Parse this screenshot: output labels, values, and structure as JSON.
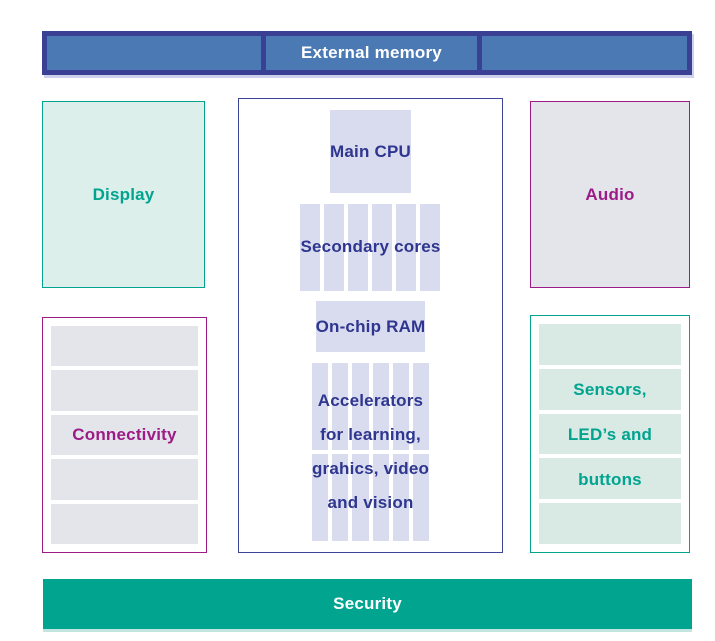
{
  "colors": {
    "indigo": "#3a4094",
    "indigo_border": "#3e4597",
    "indigo_text": "#2e368f",
    "blue": "#4a79b4",
    "lavender": "#d9dcee",
    "teal": "#00a48f",
    "teal_fill": "#ddefeb",
    "teal_row": "#d9e9e4",
    "magenta": "#9c1b87",
    "gray_fill": "#e3e5ea",
    "shadow_lavender": "#cdd1ec",
    "shadow_teal": "#c2e6df"
  },
  "external_memory": {
    "label": "External memory",
    "segments": 3
  },
  "display": {
    "label": "Display"
  },
  "audio": {
    "label": "Audio"
  },
  "connectivity": {
    "label": "Connectivity",
    "rows": 5
  },
  "sensors": {
    "rows": 5,
    "lines": [
      "Sensors,",
      "LED’s and",
      "buttons"
    ]
  },
  "security": {
    "label": "Security"
  },
  "soc": {
    "main_cpu": {
      "label": "Main CPU"
    },
    "secondary_cores": {
      "label": "Secondary cores",
      "columns": 6
    },
    "on_chip_ram": {
      "label": "On-chip RAM"
    },
    "accelerators": {
      "lines": [
        "Accelerators",
        "for learning,",
        "grahics, video",
        "and vision"
      ],
      "columns": 6,
      "rows": 2,
      "cells": 12
    }
  }
}
